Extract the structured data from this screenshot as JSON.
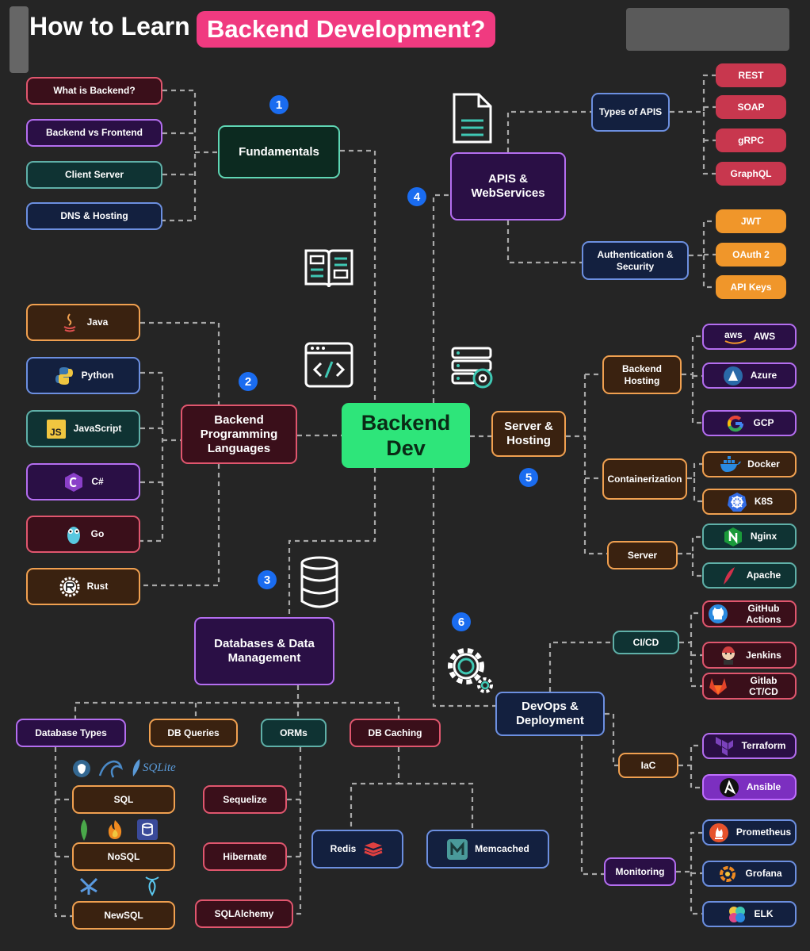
{
  "title": {
    "prefix": "How to Learn",
    "highlight": "Backend Development?"
  },
  "center": "Backend Dev",
  "badges": [
    "1",
    "2",
    "3",
    "4",
    "5",
    "6"
  ],
  "fundamentals": {
    "label": "Fundamentals",
    "items": [
      "What is Backend?",
      "Backend vs Frontend",
      "Client Server",
      "DNS & Hosting"
    ]
  },
  "languages": {
    "label": "Backend Programming Languages",
    "items": [
      "Java",
      "Python",
      "JavaScript",
      "C#",
      "Go",
      "Rust"
    ]
  },
  "databases": {
    "label": "Databases & Data Management",
    "groups": [
      "Database Types",
      "DB Queries",
      "ORMs",
      "DB Caching"
    ],
    "db_types": [
      "SQL",
      "NoSQL",
      "NewSQL"
    ],
    "sqlite_logo": "SQLite",
    "orms": [
      "Sequelize",
      "Hibernate",
      "SQLAlchemy"
    ],
    "caching": [
      "Redis",
      "Memcached"
    ]
  },
  "apis": {
    "label": "APIS & WebServices",
    "types_label": "Types of APIS",
    "types": [
      "REST",
      "SOAP",
      "gRPC",
      "GraphQL"
    ],
    "auth_label": "Authentication & Security",
    "auth": [
      "JWT",
      "OAuth 2",
      "API Keys"
    ]
  },
  "hosting": {
    "label": "Server & Hosting",
    "backend_hosting": "Backend Hosting",
    "providers": [
      "AWS",
      "Azure",
      "GCP"
    ],
    "aws_logo": "aws",
    "containerization": "Containerization",
    "containers": [
      "Docker",
      "K8S"
    ],
    "server": "Server",
    "servers": [
      "Nginx",
      "Apache"
    ]
  },
  "devops": {
    "label": "DevOps & Deployment",
    "cicd": "CI/CD",
    "cicd_items": [
      "GitHub Actions",
      "Jenkins",
      "Gitlab CT/CD"
    ],
    "iac": "IaC",
    "iac_items": [
      "Terraform",
      "Ansible"
    ],
    "monitoring": "Monitoring",
    "monitoring_items": [
      "Prometheus",
      "Grofana",
      "ELK"
    ]
  },
  "colors": {
    "accent": "#f03a80",
    "center": "#2ee57a",
    "badge": "#1a6cf0",
    "line": "#a8a8a8",
    "background": "#252525"
  }
}
